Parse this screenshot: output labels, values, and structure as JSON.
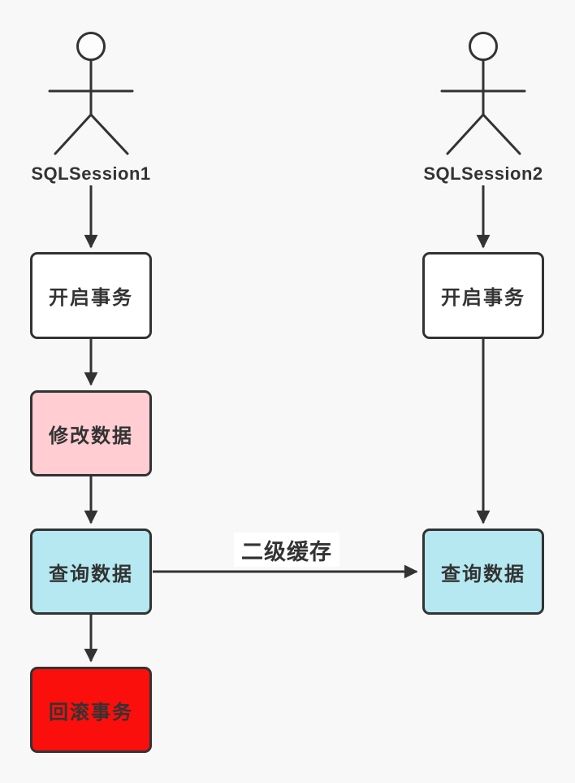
{
  "diagram": {
    "title_hint": "MyBatis second-level cache transaction flow",
    "colors": {
      "background": "#f8f8f8",
      "stroke": "#333333",
      "text": "#333333",
      "node_white": "#ffffff",
      "node_pink": "#ffcdd2",
      "node_blue": "#b5e8f0",
      "node_red": "#fa0f0c"
    },
    "actors": [
      {
        "label": "SQLSession1"
      },
      {
        "label": "SQLSession2"
      }
    ],
    "nodes": {
      "s1_open": {
        "label": "开启事务",
        "fill": "#ffffff"
      },
      "s1_update": {
        "label": "修改数据",
        "fill": "#ffcdd2"
      },
      "s1_query": {
        "label": "查询数据",
        "fill": "#b5e8f0"
      },
      "s1_rollback": {
        "label": "回滚事务",
        "fill": "#fa0f0c"
      },
      "s2_open": {
        "label": "开启事务",
        "fill": "#ffffff"
      },
      "s2_query": {
        "label": "查询数据",
        "fill": "#b5e8f0"
      }
    },
    "edge_label": "二级缓存"
  }
}
